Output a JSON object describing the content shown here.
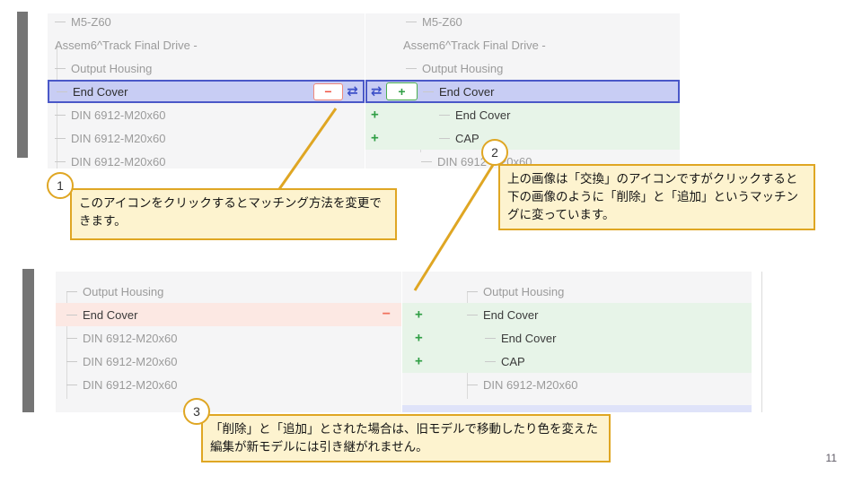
{
  "page_number": "11",
  "icons": {
    "swap": "⇄",
    "minus": "−",
    "plus": "+"
  },
  "colors": {
    "panel_bg": "#f5f5f6",
    "selected_fill": "#c8cdf4",
    "selected_border": "#4a58c8",
    "added_fill": "#e7f4e8",
    "removed_fill": "#fce8e3",
    "accent_gold": "#dfa623",
    "minus_red": "#f05545",
    "plus_green": "#2f9e44",
    "swap_blue": "#3c50c8"
  },
  "panels": {
    "top_left": {
      "rows": [
        {
          "label": "M5-Z60",
          "depth": 1,
          "state": "normal"
        },
        {
          "label": "Assem6^Track Final Drive -",
          "depth": 0,
          "state": "normal"
        },
        {
          "label": "Output Housing",
          "depth": 1,
          "state": "normal"
        },
        {
          "label": "End Cover",
          "depth": 1,
          "state": "selected",
          "trailing": [
            "minus-box",
            "swap"
          ]
        },
        {
          "label": "DIN 6912-M20x60",
          "depth": 1,
          "state": "normal"
        },
        {
          "label": "DIN 6912-M20x60",
          "depth": 1,
          "state": "normal"
        },
        {
          "label": "DIN 6912-M20x60",
          "depth": 1,
          "state": "normal"
        }
      ]
    },
    "top_right": {
      "rows": [
        {
          "label": "M5-Z60",
          "depth": 1,
          "state": "normal"
        },
        {
          "label": "Assem6^Track Final Drive -",
          "depth": 0,
          "state": "normal"
        },
        {
          "label": "Output Housing",
          "depth": 1,
          "state": "normal"
        },
        {
          "label": "End Cover",
          "depth": 2,
          "state": "selected",
          "leading": [
            "swap",
            "plus-box"
          ]
        },
        {
          "label": "End Cover",
          "depth": 3,
          "state": "added",
          "marker": "plus"
        },
        {
          "label": "CAP",
          "depth": 3,
          "state": "added",
          "marker": "plus"
        },
        {
          "label": "DIN 6912-M20x60",
          "depth": 2,
          "state": "normal"
        }
      ]
    },
    "bottom_left": {
      "rows": [
        {
          "label": "Output Housing",
          "depth": 1,
          "state": "normal"
        },
        {
          "label": "End Cover",
          "depth": 1,
          "state": "removed",
          "trailing_marker": "minus"
        },
        {
          "label": "DIN 6912-M20x60",
          "depth": 1,
          "state": "normal"
        },
        {
          "label": "DIN 6912-M20x60",
          "depth": 1,
          "state": "normal"
        },
        {
          "label": "DIN 6912-M20x60",
          "depth": 1,
          "state": "normal"
        }
      ]
    },
    "bottom_right": {
      "rows": [
        {
          "label": "Output Housing",
          "depth": 1,
          "state": "normal"
        },
        {
          "label": "End Cover",
          "depth": 1,
          "state": "added",
          "marker": "plus"
        },
        {
          "label": "End Cover",
          "depth": 2,
          "state": "added",
          "marker": "plus"
        },
        {
          "label": "CAP",
          "depth": 2,
          "state": "added",
          "marker": "plus"
        },
        {
          "label": "DIN 6912-M20x60",
          "depth": 1,
          "state": "normal"
        }
      ]
    }
  },
  "callouts": [
    {
      "number": "1",
      "text": "このアイコンをクリックするとマッチング方法を変更できます。"
    },
    {
      "number": "2",
      "text": "上の画像は「交換」のアイコンですがクリックすると下の画像のように「削除」と「追加」というマッチングに変っています。"
    },
    {
      "number": "3",
      "text": "「削除」と「追加」とされた場合は、旧モデルで移動したり色を変えた編集が新モデルには引き継がれません。"
    }
  ]
}
